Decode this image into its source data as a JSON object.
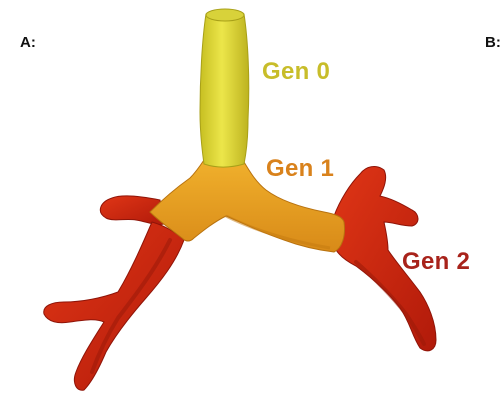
{
  "panels": {
    "a_label": "A:",
    "b_label": "B:"
  },
  "generations": [
    {
      "label": "Gen 0",
      "color": "#c8bd2a"
    },
    {
      "label": "Gen 1",
      "color": "#d9821c"
    },
    {
      "label": "Gen 2",
      "color": "#a8231b"
    }
  ],
  "segment_colors": {
    "gen0_fill": "#e2dc3a",
    "gen0_shade": "#b9b020",
    "gen1_fill": "#eba424",
    "gen1_shade": "#c98117",
    "gen2_fill": "#d42a12",
    "gen2_shade": "#8f1408"
  }
}
